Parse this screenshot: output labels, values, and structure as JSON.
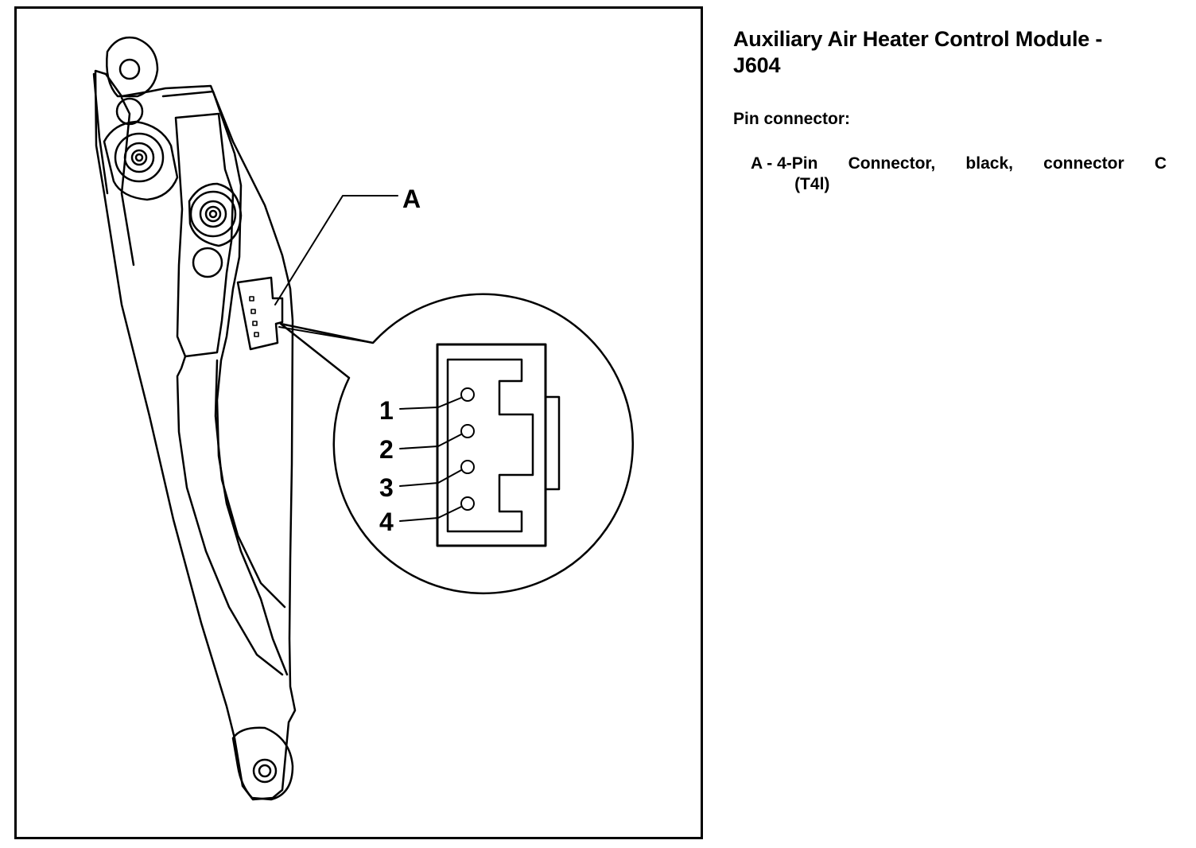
{
  "title": {
    "line1": "Auxiliary Air Heater Control Module -",
    "line2": "J604"
  },
  "section_label": "Pin connector:",
  "legend": [
    {
      "key": "A - ",
      "line1": "4-Pin Connector, black, connector C",
      "line2": "(T4l)"
    }
  ],
  "figure": {
    "callout_label": "A",
    "pin_labels": [
      "1",
      "2",
      "3",
      "4"
    ]
  }
}
